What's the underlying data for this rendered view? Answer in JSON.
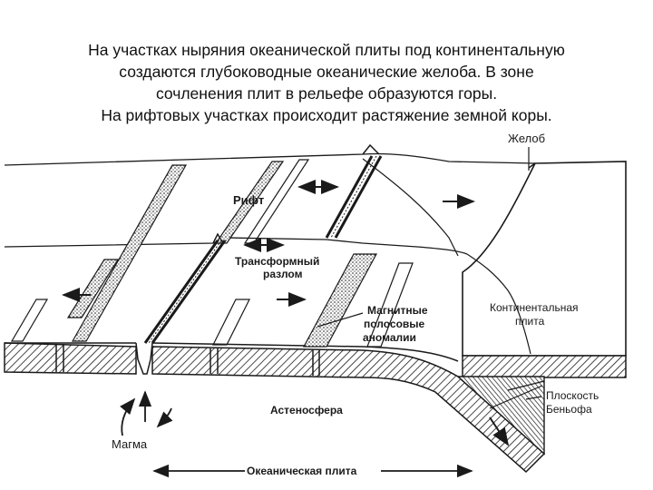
{
  "caption": {
    "lines": [
      "На участках ныряния океанической плиты под континентальную",
      "создаются глубоководные океанические желоба. В зоне",
      "сочленения плит в рельефе образуются горы.",
      "На рифтовых участках происходит растяжение земной коры."
    ]
  },
  "diagram": {
    "labels": {
      "trench": "Желоб",
      "rift": "Рифт",
      "transform_fault_1": "Трансформный",
      "transform_fault_2": "разлом",
      "magnetic_1": "Магнитные",
      "magnetic_2": "полосовые",
      "magnetic_3": "аномалии",
      "continental_1": "Континентальная",
      "continental_2": "плита",
      "benioff_1": "Плоскость",
      "benioff_2": "Беньофа",
      "asthenosphere": "Астеносфера",
      "magma": "Магма",
      "oceanic_plate": "Океаническая плита"
    },
    "colors": {
      "ink": "#1a1a1a",
      "paper": "#ffffff"
    }
  }
}
